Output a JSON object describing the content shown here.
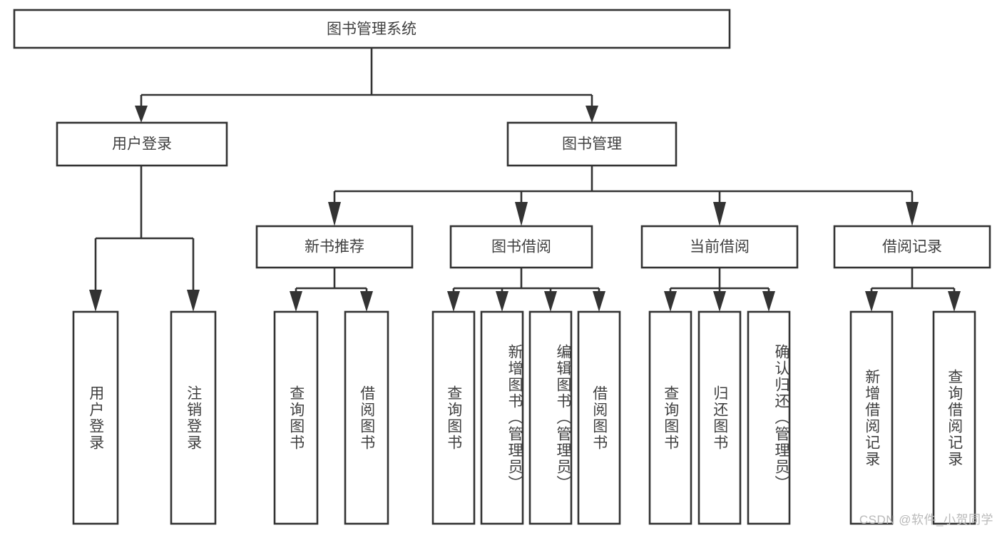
{
  "diagram": {
    "type": "tree-hierarchy",
    "title": "图书管理系统",
    "watermark": "CSDN @软件_小贺同学",
    "colors": {
      "box_stroke": "#333333",
      "box_fill": "#ffffff",
      "text": "#404040",
      "watermark": "#b9b9b9",
      "background": "#ffffff"
    },
    "nodes": {
      "root": {
        "label": "图书管理系统"
      },
      "level2": [
        {
          "id": "user-login",
          "label": "用户登录"
        },
        {
          "id": "book-manage",
          "label": "图书管理"
        }
      ],
      "level3": [
        {
          "id": "new-book-recommend",
          "label": "新书推荐"
        },
        {
          "id": "book-borrow",
          "label": "图书借阅"
        },
        {
          "id": "current-borrow",
          "label": "当前借阅"
        },
        {
          "id": "borrow-record",
          "label": "借阅记录"
        }
      ],
      "leaves": {
        "user-login": [
          {
            "id": "leaf-user-login",
            "label": "用户登录"
          },
          {
            "id": "leaf-logout",
            "label": "注销登录"
          }
        ],
        "new-book-recommend": [
          {
            "id": "leaf-query-book-1",
            "label": "查询图书"
          },
          {
            "id": "leaf-borrow-book-1",
            "label": "借阅图书"
          }
        ],
        "book-borrow": [
          {
            "id": "leaf-query-book-2",
            "label": "查询图书"
          },
          {
            "id": "leaf-add-book",
            "label": "新增图书（管理员）"
          },
          {
            "id": "leaf-edit-book",
            "label": "编辑图书（管理员）"
          },
          {
            "id": "leaf-borrow-book-2",
            "label": "借阅图书"
          }
        ],
        "current-borrow": [
          {
            "id": "leaf-query-book-3",
            "label": "查询图书"
          },
          {
            "id": "leaf-return-book",
            "label": "归还图书"
          },
          {
            "id": "leaf-confirm-return",
            "label": "确认归还（管理员）"
          }
        ],
        "borrow-record": [
          {
            "id": "leaf-add-record",
            "label": "新增借阅记录"
          },
          {
            "id": "leaf-query-record",
            "label": "查询借阅记录"
          }
        ]
      }
    }
  }
}
